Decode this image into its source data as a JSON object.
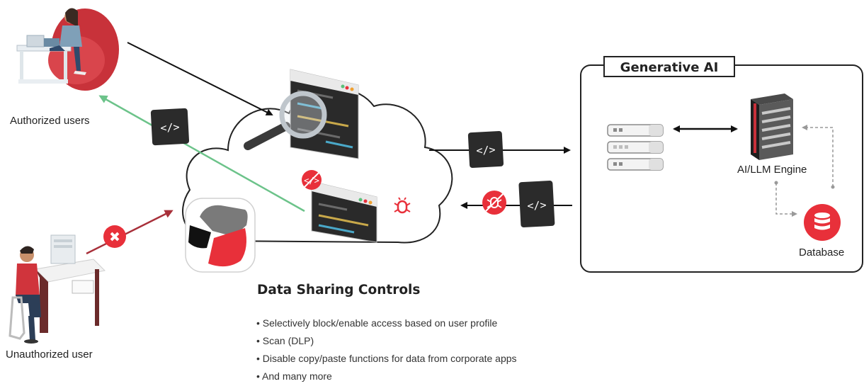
{
  "labels": {
    "authorized_users": "Authorized users",
    "unauthorized_user": "Unauthorized user",
    "engine": "AI/LLM Engine",
    "database": "Database"
  },
  "generative_ai": {
    "title": "Generative AI"
  },
  "controls": {
    "title": "Data Sharing Controls",
    "items": [
      "• Selectively block/enable access based on user profile",
      "• Scan (DLP)",
      "• Disable copy/paste functions for data from corporate apps",
      "• And many more"
    ]
  },
  "icons": {
    "code": "code-tag-icon",
    "bug": "bug-icon",
    "block": "block-icon",
    "database": "database-icon",
    "server": "server-rack-icon",
    "magnifier": "magnifier-icon",
    "logo": "brand-logo"
  },
  "colors": {
    "accent_red": "#e8303a",
    "arrow_green": "#6cc38a",
    "arrow_darkred": "#a8303a",
    "dark_tile": "#2b2b2b"
  }
}
